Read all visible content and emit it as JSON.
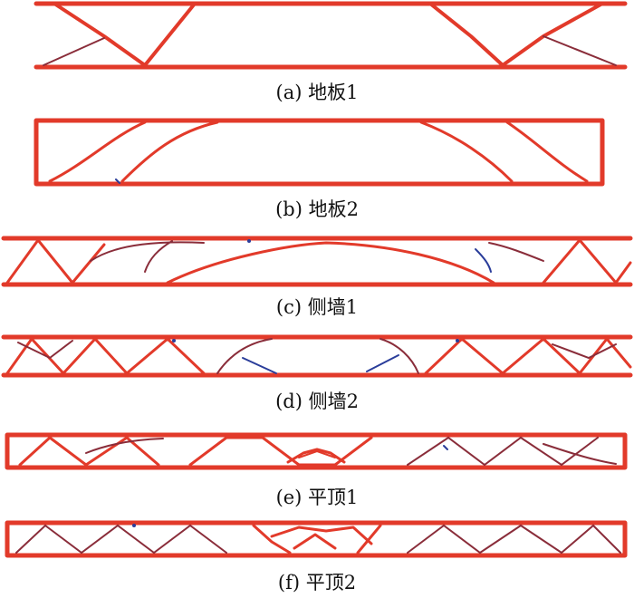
{
  "captions": {
    "a": "(a) 地板1",
    "b": "(b) 地板2",
    "c": "(c) 侧墙1",
    "d": "(d) 侧墙2",
    "e": "(e) 平顶1",
    "f": "(f) 平顶2"
  },
  "colors": {
    "frame": "#e23a2a",
    "thin_member": "#8a2d3a",
    "artifact": "#2a3d9a",
    "background": "#ffffff"
  }
}
